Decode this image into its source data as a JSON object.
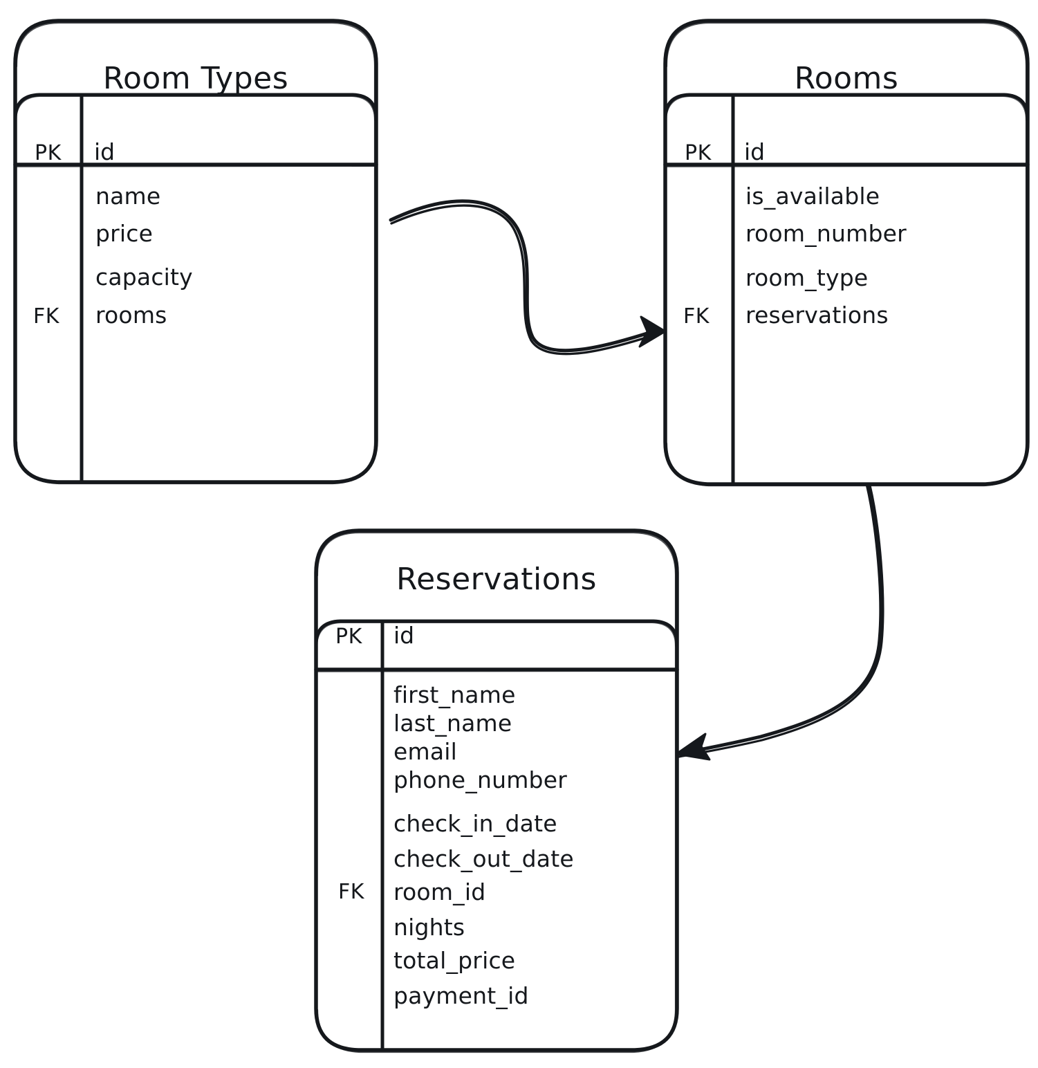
{
  "diagram": {
    "type": "entity-relationship-diagram",
    "style": "hand-drawn",
    "stroke_color": "#15181c",
    "background_color": "#ffffff",
    "tables": [
      {
        "id": "room_types",
        "title": "Room Types",
        "key_column_labels": [
          "PK",
          "FK"
        ],
        "primary_key": {
          "key": "PK",
          "name": "id"
        },
        "fields": [
          "name",
          "price",
          "capacity",
          "rooms"
        ],
        "foreign_key_field": "rooms",
        "foreign_key_label": "FK"
      },
      {
        "id": "rooms",
        "title": "Rooms",
        "key_column_labels": [
          "PK",
          "FK"
        ],
        "primary_key": {
          "key": "PK",
          "name": "id"
        },
        "fields": [
          "is_available",
          "room_number",
          "room_type",
          "reservations"
        ],
        "foreign_key_field": "reservations",
        "foreign_key_label": "FK"
      },
      {
        "id": "reservations",
        "title": "Reservations",
        "key_column_labels": [
          "PK",
          "FK"
        ],
        "primary_key": {
          "key": "PK",
          "name": "id"
        },
        "fields": [
          "first_name",
          "last_name",
          "email",
          "phone_number",
          "check_in_date",
          "check_out_date",
          "room_id",
          "nights",
          "total_price",
          "payment_id"
        ],
        "foreign_key_field": "room_id",
        "foreign_key_label": "FK"
      }
    ],
    "relationships": [
      {
        "from": "room_types",
        "to": "rooms",
        "arrow": "to-rooms"
      },
      {
        "from": "rooms",
        "to": "reservations",
        "arrow": "to-reservations"
      }
    ]
  }
}
